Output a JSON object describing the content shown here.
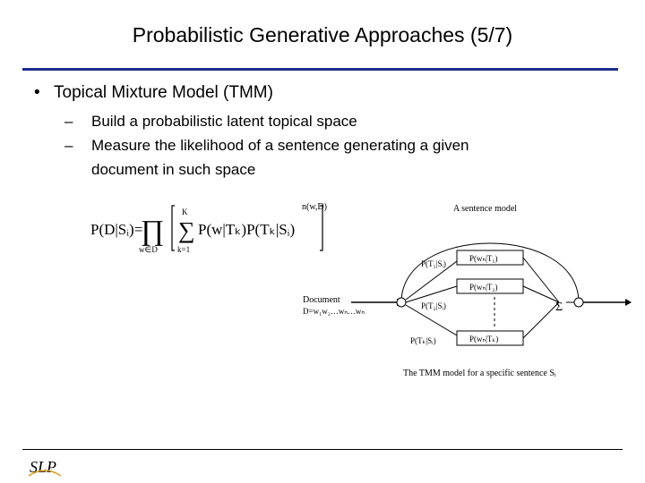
{
  "slide": {
    "title": "Probabilistic Generative Approaches (5/7)",
    "bullet": "Topical Mixture Model (TMM)",
    "subs": [
      {
        "dash": "–",
        "text": "Build a probabilistic latent topical space"
      },
      {
        "dash": "–",
        "line1": "Measure the likelihood of a sentence generating a given",
        "line2": "document in such space"
      }
    ]
  },
  "diagram": {
    "sentence_model_label": "A sentence model",
    "document_label_1": "Document",
    "document_label_2": "D=w₁w₂…wₙ…wₙ",
    "caption": "The TMM model for a specific sentence Sᵢ",
    "sum_symbol": "Σ",
    "weights": [
      "P(T₁|Sᵢ)",
      "P(T₂|Sᵢ)",
      "P(Tₖ|Sᵢ)"
    ],
    "boxes": [
      "P(wₙ|T₁)",
      "P(wₙ|T₂)",
      "P(wₙ|Tₖ)"
    ]
  },
  "formula": {
    "lhs": "P(D|Sᵢ)=",
    "prod_sub": "w∈D",
    "sum_top": "K",
    "sum_sub": "k=1",
    "terms": "P(w|Tₖ)P(Tₖ|Sᵢ)",
    "exponent": "n(w,D)"
  },
  "logo": {
    "text": "SLP",
    "color_main": "#1f2d8c",
    "color_accent": "#d9a020"
  }
}
